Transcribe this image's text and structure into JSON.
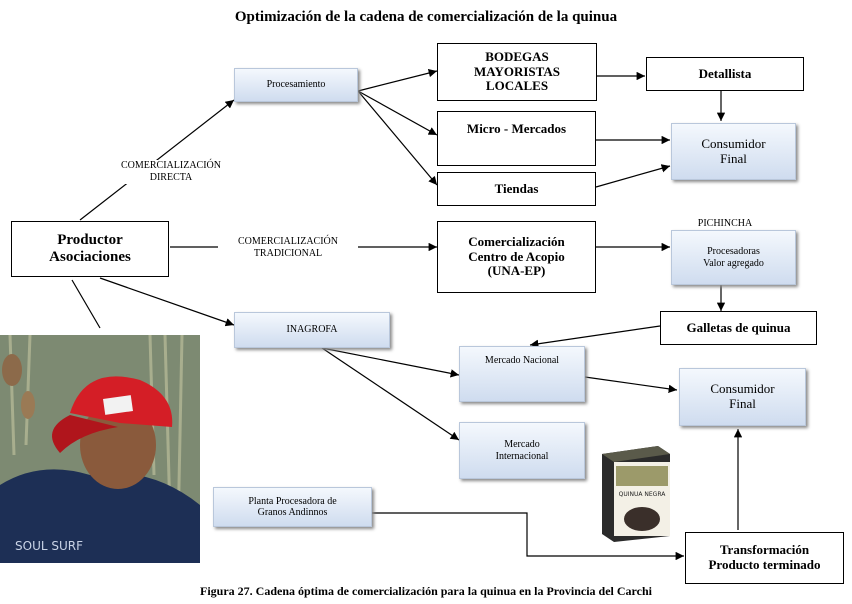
{
  "title": "Optimización de la cadena de comercialización de la quinua",
  "caption": "Figura 27. Cadena óptima de comercialización para la quinua en la Provincia del Carchi",
  "nodes": {
    "productor": "Productor\nAsociaciones",
    "procesamiento": "Procesamiento",
    "bodegas": "BODEGAS\nMAYORISTAS\nLOCALES",
    "detallista": "Detallista",
    "micro": "Micro - Mercados",
    "tiendas": "Tiendas",
    "consumidor1": "Consumidor\nFinal",
    "centro": "Comercialización\nCentro de Acopio\n(UNA-EP)",
    "procesadoras": "Procesadoras\nValor agregado",
    "galletas": "Galletas de quinua",
    "inagrofa": "INAGROFA",
    "mercado_nacional": "Mercado  Nacional",
    "mercado_internacional": "Mercado\nInternacional",
    "consumidor2": "Consumidor\nFinal",
    "planta": "Planta Procesadora  de\nGranos  Andinnos",
    "transformacion": "Transformación\nProducto terminado"
  },
  "labels": {
    "directa": "COMERCIALIZACIÓN\nDIRECTA",
    "tradicional": "COMERCIALIZACIÓN\nTRADICIONAL",
    "pichincha": "PICHINCHA"
  },
  "images": {
    "photo": "farmer-photo",
    "package": "quinua-negra-package",
    "shirt_text": "SOUL SURF",
    "package_text": "QUINUA NEGRA"
  }
}
